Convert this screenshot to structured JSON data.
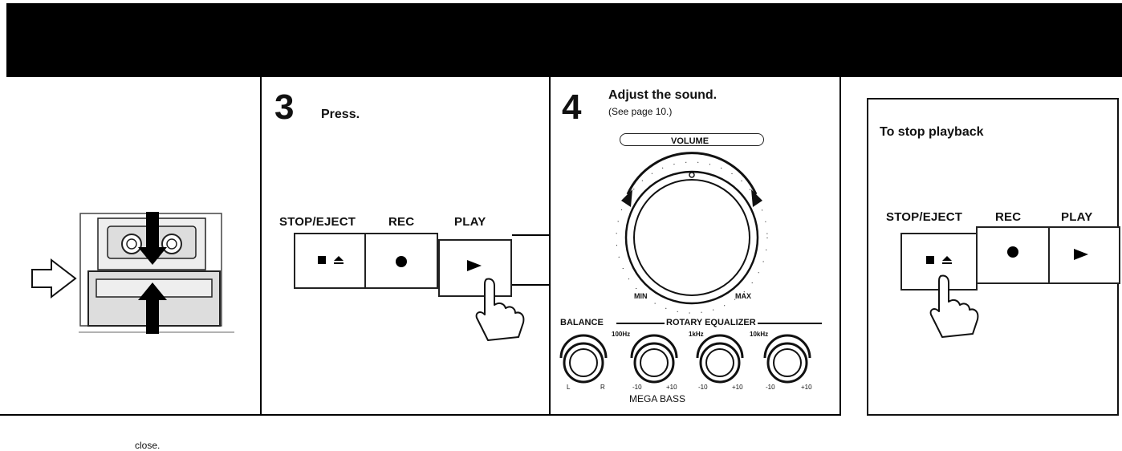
{
  "panel2": {
    "caption": "close."
  },
  "panel3": {
    "step_number": "3",
    "title": "Press.",
    "labels": {
      "stop_eject": "STOP/EJECT",
      "rec": "REC",
      "play": "PLAY"
    }
  },
  "panel4": {
    "step_number": "4",
    "title": "Adjust the sound.",
    "subtitle": "(See page 10.)",
    "volume_label": "VOLUME",
    "min_label": "MIN",
    "max_label": "MAX",
    "balance_label": "BALANCE",
    "rotary_eq_label": "ROTARY EQUALIZER",
    "freq_100": "100Hz",
    "freq_1k": "1kHz",
    "freq_10k": "10kHz",
    "mega_bass_label": "MEGA BASS",
    "balance_l": "L",
    "balance_r": "R",
    "eq_minus": "-10",
    "eq_plus": "+10"
  },
  "panel5": {
    "title": "To stop playback",
    "labels": {
      "stop_eject": "STOP/EJECT",
      "rec": "REC",
      "play": "PLAY"
    }
  }
}
